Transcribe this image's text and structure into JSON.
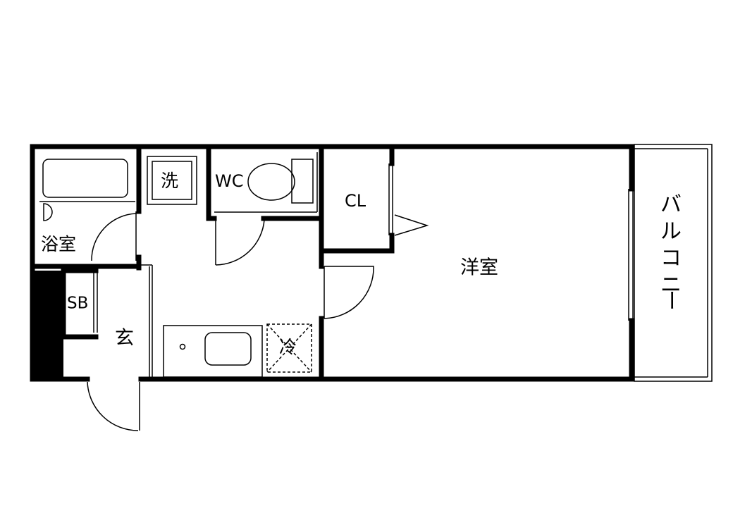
{
  "rooms": {
    "bathroom": "浴室",
    "washer": "洗",
    "toilet": "WC",
    "closet": "CL",
    "western_room": "洋室",
    "shoe_box": "SB",
    "entrance": "玄",
    "fridge": "冷",
    "balcony": [
      "バ",
      "ル",
      "コ",
      "ニ",
      "ー"
    ]
  }
}
